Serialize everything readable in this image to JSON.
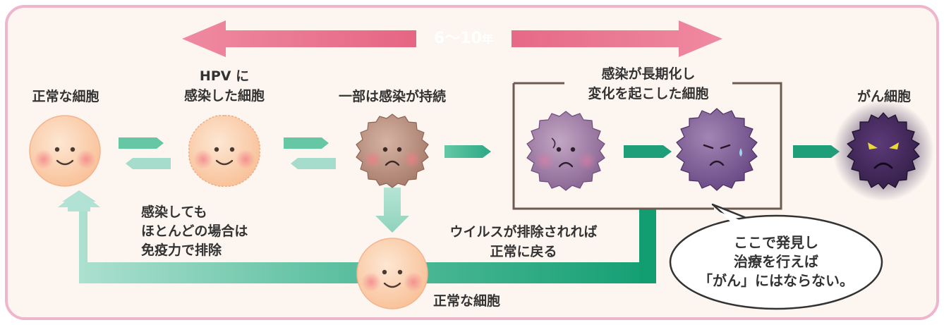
{
  "period": {
    "value": "6〜10",
    "unit": "年"
  },
  "stages": {
    "normal": "正常な細胞",
    "infected_line1": "HPV に",
    "infected_line2": "感染した細胞",
    "persistent": "一部は感染が持続",
    "changed_line1": "感染が長期化し",
    "changed_line2": "変化を起こした細胞",
    "cancer": "がん細胞",
    "recovered": "正常な細胞"
  },
  "notes": {
    "immune_line1": "感染しても",
    "immune_line2": "ほとんどの場合は",
    "immune_line3": "免疫力で排除",
    "virus_line1": "ウイルスが排除されれば",
    "virus_line2": "正常に戻る"
  },
  "bubble": {
    "line1": "ここで発見し",
    "line2": "治療を行えば",
    "line3": "「がん」にはならない。"
  },
  "colors": {
    "frame_border": "#eeb5cd",
    "frame_fill": "#fdf6f0",
    "period_arrow": "#e9728f",
    "flow_arrow": "#22a780",
    "return_arrow": "#a6dccb",
    "bracket": "#6d5a50",
    "healthy_cell": "#fbd0ae",
    "persistent_cell": "#b58a7b",
    "changed_cell": "#8e6a96",
    "cancer_cell": "#4e2e68"
  }
}
